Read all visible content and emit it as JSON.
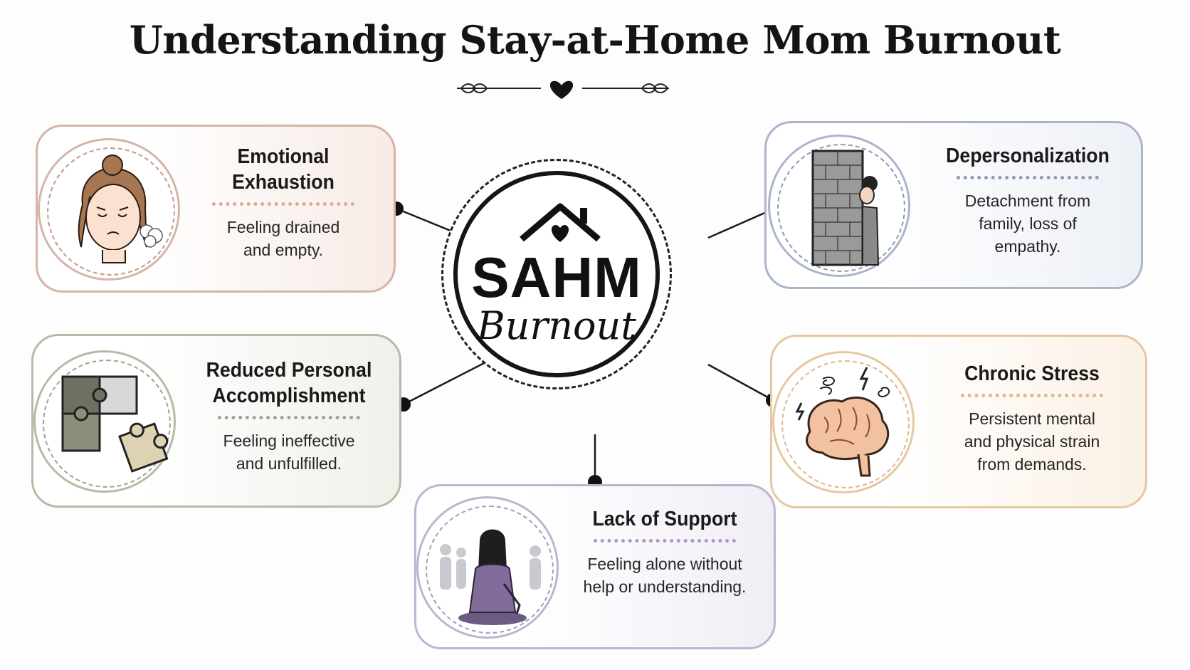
{
  "header": {
    "title": "Understanding Stay-at-Home Mom Burnout",
    "ornament_icon": "heart-vine-divider"
  },
  "center": {
    "main_label": "SAHM",
    "sub_label": "Burnout",
    "icon": "house-heart-icon"
  },
  "cards": [
    {
      "id": "emotional-exhaustion",
      "title_lines": [
        "Emotional",
        "Exhaustion"
      ],
      "desc_lines": [
        "Feeling drained",
        "and empty."
      ],
      "icon": "tired-woman-icon",
      "color": "#c49a8a",
      "bg": "#f7ebe6"
    },
    {
      "id": "depersonalization",
      "title_lines": [
        "Depersonalization"
      ],
      "desc_lines": [
        "Detachment from",
        "family, loss of",
        "empathy."
      ],
      "icon": "brick-wall-person-icon",
      "color": "#8f9bb5",
      "bg": "#edf0f6"
    },
    {
      "id": "reduced-accomplishment",
      "title_lines": [
        "Reduced Personal",
        "Accomplishment"
      ],
      "desc_lines": [
        "Feeling ineffective",
        "and unfulfilled."
      ],
      "icon": "puzzle-pieces-icon",
      "color": "#9ea58e",
      "bg": "#eff1ea"
    },
    {
      "id": "chronic-stress",
      "title_lines": [
        "Chronic Stress"
      ],
      "desc_lines": [
        "Persistent mental",
        "and physical strain",
        "from demands."
      ],
      "icon": "stressed-brain-icon",
      "color": "#dcb98d",
      "bg": "#fbf1e5"
    },
    {
      "id": "lack-of-support",
      "title_lines": [
        "Lack of Support"
      ],
      "desc_lines": [
        "Feeling alone without",
        "help or understanding."
      ],
      "icon": "lonely-woman-icon",
      "color": "#a99bc0",
      "bg": "#f1edf6"
    }
  ]
}
